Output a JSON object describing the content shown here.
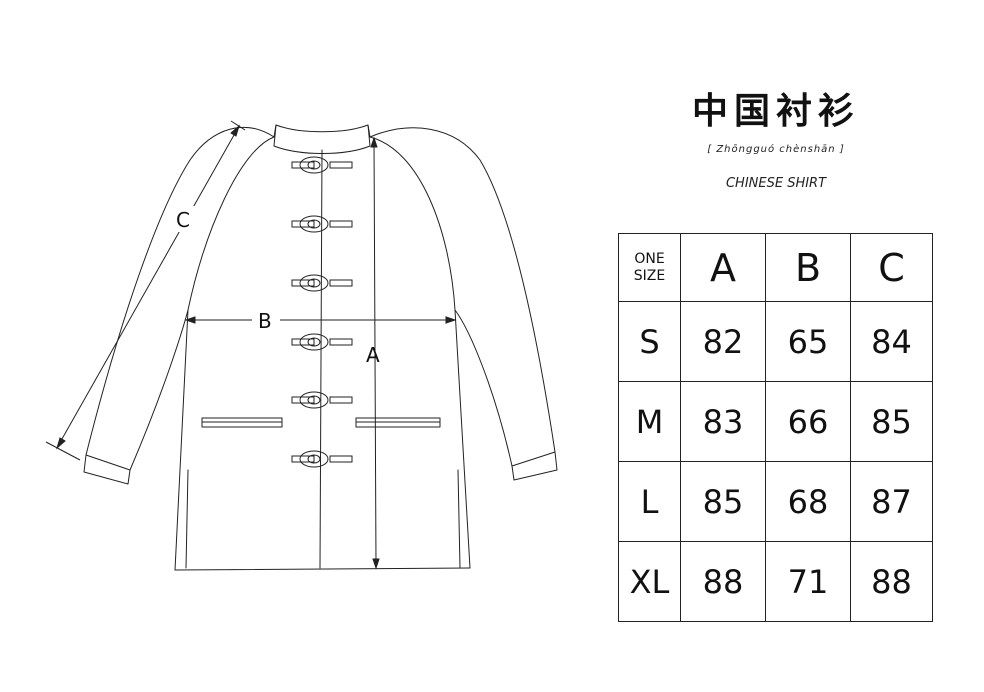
{
  "header": {
    "title_cn": "中国衬衫",
    "pinyin": "[  Zhōngguó chènshān  ]",
    "subtitle": "CHINESE SHIRT"
  },
  "diagram": {
    "label_a": "A",
    "label_b": "B",
    "label_c": "C"
  },
  "size_table": {
    "corner_line1": "ONE",
    "corner_line2": "SIZE",
    "columns": [
      "A",
      "B",
      "C"
    ],
    "rows": [
      {
        "size": "S",
        "values": [
          "82",
          "65",
          "84"
        ]
      },
      {
        "size": "M",
        "values": [
          "83",
          "66",
          "85"
        ]
      },
      {
        "size": "L",
        "values": [
          "85",
          "68",
          "87"
        ]
      },
      {
        "size": "XL",
        "values": [
          "88",
          "71",
          "88"
        ]
      }
    ]
  }
}
